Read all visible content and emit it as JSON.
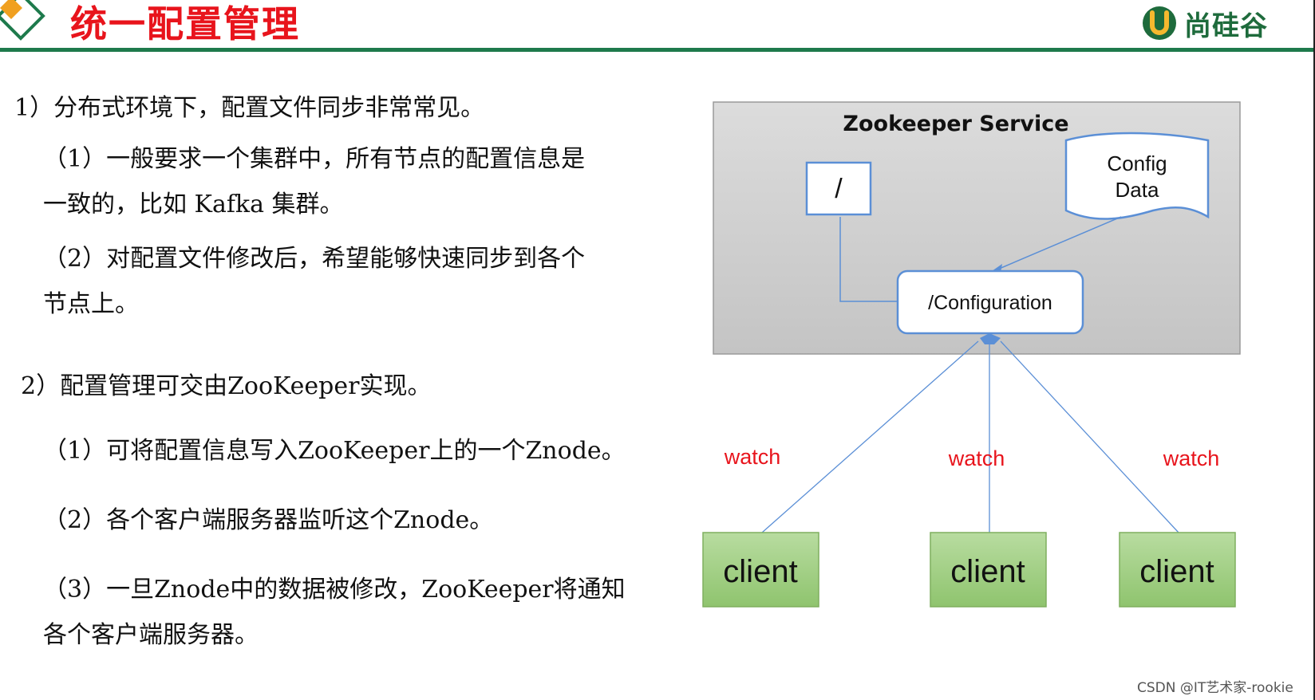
{
  "slide": {
    "title": "统一配置管理",
    "brand_name": "尚硅谷",
    "colors": {
      "title_red": "#e8141c",
      "brand_green": "#1e6b3c",
      "rule_green": "#1e7a4c",
      "service_bg": "#c8c8c8",
      "node_border": "#5b8fd6",
      "client_fill": "#9fcf80",
      "watch_red": "#e8141c"
    }
  },
  "content": {
    "p1": "1）分布式环境下，配置文件同步非常常见。",
    "p1_1_line1": "（1）一般要求一个集群中，所有节点的配置信息是",
    "p1_1_line2": "一致的，比如 Kafka 集群。",
    "p1_2_line1": "（2）对配置文件修改后，希望能够快速同步到各个",
    "p1_2_line2": "节点上。",
    "p2": "2）配置管理可交由ZooKeeper实现。",
    "p2_1": "（1）可将配置信息写入ZooKeeper上的一个Znode。",
    "p2_2": "（2）各个客户端服务器监听这个Znode。",
    "p2_3_line1": "（3）一旦Znode中的数据被修改，ZooKeeper将通知",
    "p2_3_line2": "各个客户端服务器。"
  },
  "diagram": {
    "service_title": "Zookeeper Service",
    "root_node": "/",
    "config_data_line1": "Config",
    "config_data_line2": "Data",
    "configuration_node": "/Configuration",
    "watch_labels": [
      "watch",
      "watch",
      "watch"
    ],
    "clients": [
      "client",
      "client",
      "client"
    ]
  },
  "watermark": "CSDN @IT艺术家-rookie"
}
